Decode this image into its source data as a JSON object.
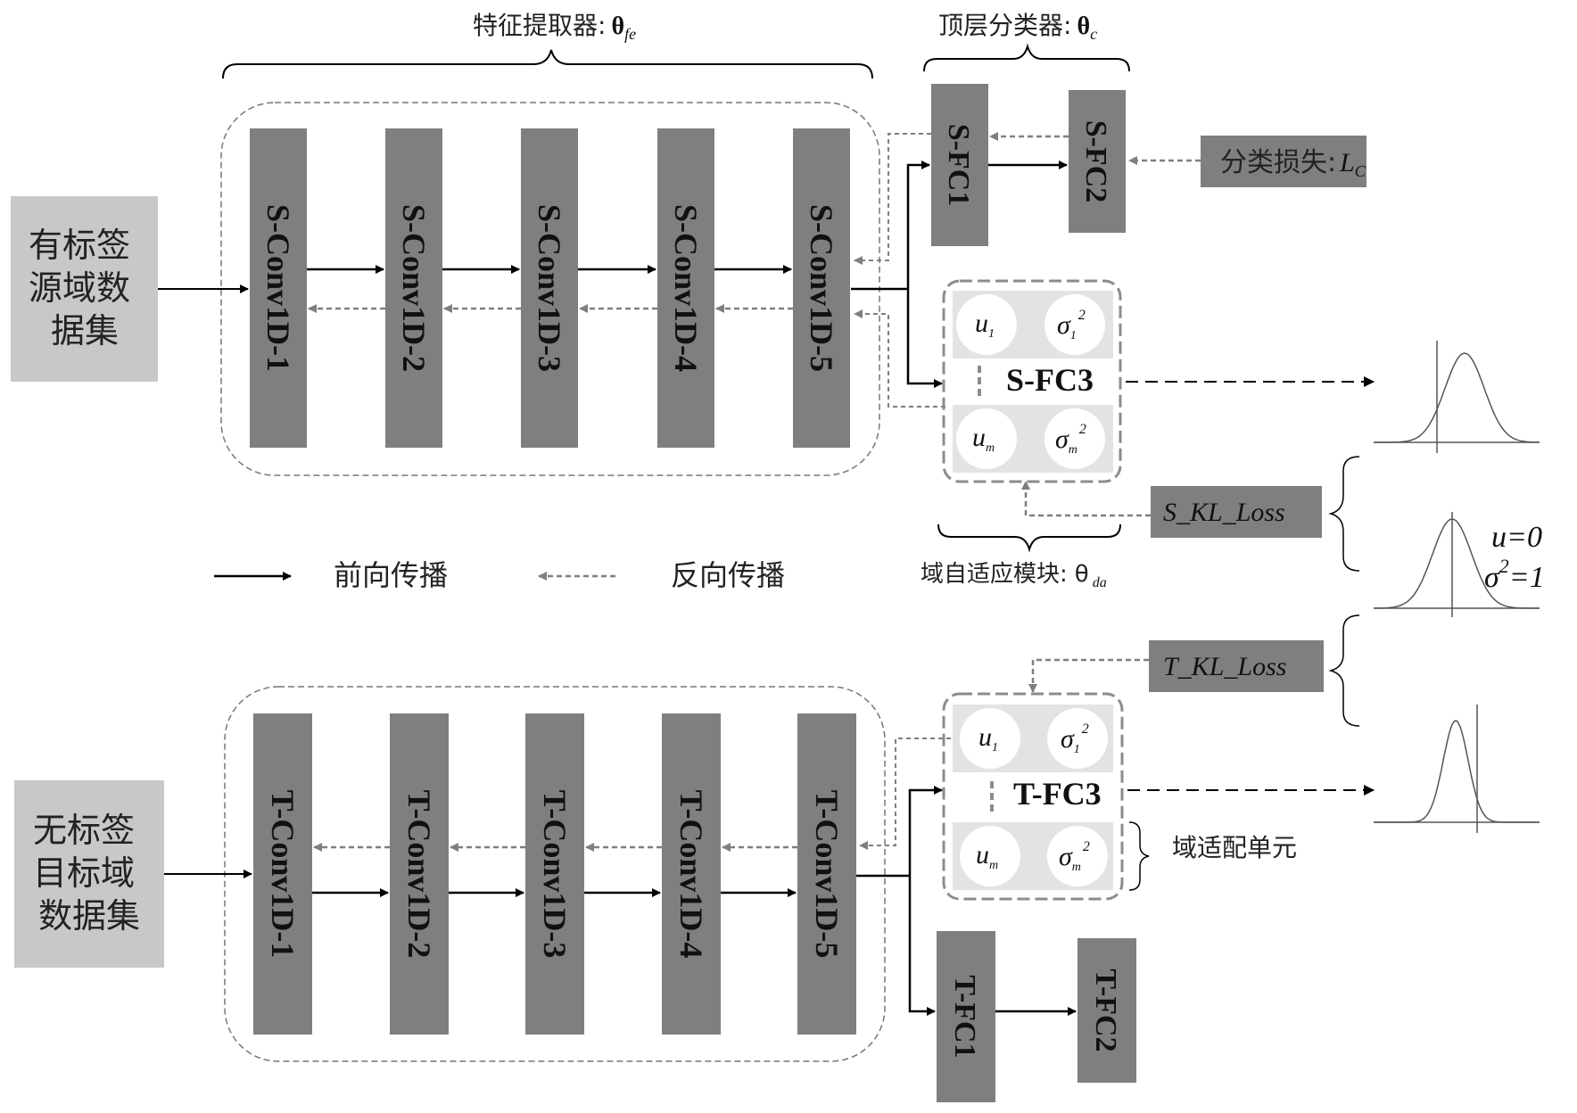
{
  "colors": {
    "layer_fill": "#7f7f7f",
    "input_fill": "#c8c8c8",
    "loss_fill": "#7f7f7f",
    "forward_arrow": "#000000",
    "backward_arrow": "#7f7f7f",
    "module_border": "#8c8c8c",
    "circle_fill": "#ffffff"
  },
  "header": {
    "feature_extractor": "特征提取器:",
    "feature_extractor_sym": "θ",
    "feature_extractor_sub": "fe",
    "top_classifier": "顶层分类器:",
    "top_classifier_sym": "θ",
    "top_classifier_sub": "c"
  },
  "source": {
    "input_lines": [
      "有标签",
      "源域数",
      "据集"
    ],
    "conv_layers": [
      "S-Conv1D-1",
      "S-Conv1D-2",
      "S-Conv1D-3",
      "S-Conv1D-4",
      "S-Conv1D-5"
    ],
    "fc1": "S-FC1",
    "fc2": "S-FC2",
    "fc3": "S-FC3",
    "class_loss": "分类损失:",
    "class_loss_sym": "L",
    "class_loss_sub": "C",
    "kl_loss": "S_KL_Loss"
  },
  "target": {
    "input_lines": [
      "无标签",
      "目标域",
      "数据集"
    ],
    "conv_layers": [
      "T-Conv1D-1",
      "T-Conv1D-2",
      "T-Conv1D-3",
      "T-Conv1D-4",
      "T-Conv1D-5"
    ],
    "fc1": "T-FC1",
    "fc2": "T-FC2",
    "fc3": "T-FC3",
    "kl_loss": "T_KL_Loss"
  },
  "gauss_units": {
    "u1": "u",
    "u1_sub": "1",
    "s1": "σ",
    "s1_sub": "1",
    "s1_sup": "2",
    "um": "u",
    "um_sub": "m",
    "sm": "σ",
    "sm_sub": "m",
    "sm_sup": "2"
  },
  "legend": {
    "forward": "前向传播",
    "backward": "反向传播"
  },
  "module_label": {
    "text": "域自适应模块:",
    "sym": "θ",
    "sub": "da"
  },
  "unit_label": "域适配单元",
  "standard_normal": {
    "mu": "u=0",
    "sigma_base": "σ",
    "sigma_sup": "2",
    "sigma_rest": "=1"
  }
}
